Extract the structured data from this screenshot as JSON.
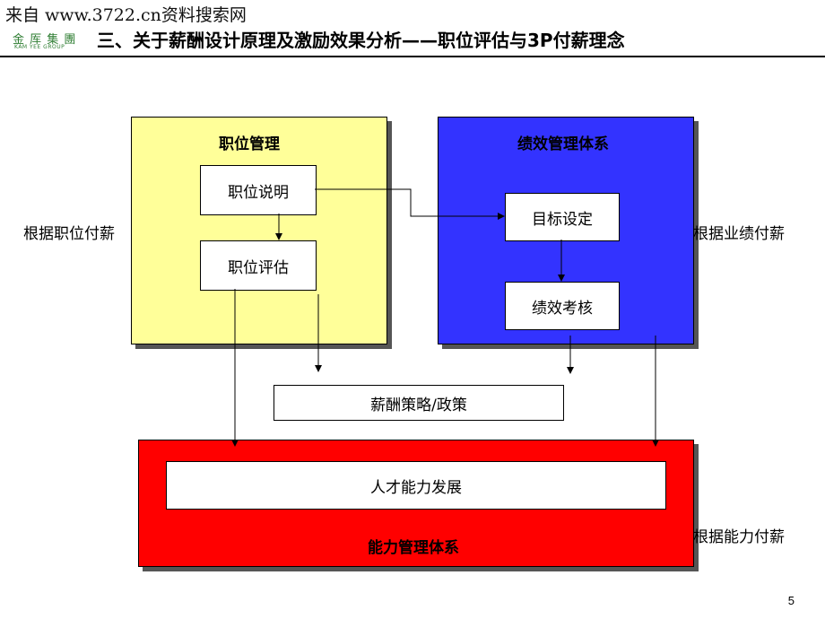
{
  "header": {
    "watermark": "来自 www.3722.cn资料搜索网",
    "logo_cn": "金 厍 集 團",
    "logo_en": "KAM YEE GROUP",
    "title": "三、关于薪酬设计原理及激励效果分析——职位评估与3P付薪理念"
  },
  "diagram": {
    "position_panel": {
      "title": "职位管理",
      "job_description": "职位说明",
      "job_evaluation": "职位评估"
    },
    "performance_panel": {
      "title": "绩效管理体系",
      "goal_setting": "目标设定",
      "performance_appraisal": "绩效考核"
    },
    "compensation_policy": "薪酬策略/政策",
    "competency_panel": {
      "title": "能力管理体系",
      "talent_development": "人才能力发展"
    },
    "side_labels": {
      "pay_by_position": "根据职位付薪",
      "pay_by_performance": "根据业绩付薪",
      "pay_by_competency": "根据能力付薪"
    }
  },
  "colors": {
    "position_panel": "#ffff99",
    "performance_panel": "#3333ff",
    "competency_panel": "#ff0000"
  },
  "page_number": "5"
}
